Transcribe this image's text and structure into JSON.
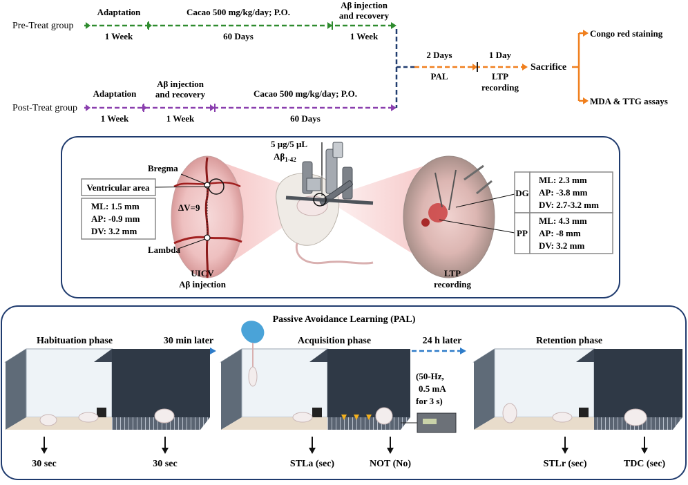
{
  "timeline": {
    "pre_group": {
      "label": "Pre-Treat  group",
      "phases": [
        {
          "top": "Adaptation",
          "bottom": "1 Week"
        },
        {
          "top": "Cacao 500 mg/kg/day; P.O.",
          "bottom": "60 Days"
        },
        {
          "top_line1": "Aβ injection",
          "top_line2": "and recovery",
          "bottom": "1 Week"
        }
      ]
    },
    "post_group": {
      "label": "Post-Treat group",
      "phases": [
        {
          "top": "Adaptation",
          "bottom": "1 Week"
        },
        {
          "top_line1": "Aβ injection",
          "top_line2": "and recovery",
          "bottom": "1 Week"
        },
        {
          "top": "Cacao 500 mg/kg/day; P.O.",
          "bottom": "60 Days"
        }
      ]
    },
    "pal_step": {
      "top": "2 Days",
      "bottom": "PAL"
    },
    "ltp_step": {
      "top": "1  Day",
      "bottom_line1": "LTP",
      "bottom_line2": "recording"
    },
    "sacrifice": "Sacrifice",
    "outcomes": [
      "Congo red staining",
      "MDA & TTG assays"
    ],
    "colors": {
      "pre": "#2e8b2e",
      "post": "#8a3fae",
      "join": "#1f3b6e",
      "after": "#f07f1d"
    }
  },
  "surgery": {
    "dose_line1": "5 μg/5 μL",
    "dose_line2": "Aβ",
    "dose_sub": "1-42",
    "bregma": "Bregma",
    "lambda": "Lambda",
    "delta_v": "ΔV=9",
    "ventricular_area": "Ventricular area",
    "uicv_coords": [
      "ML: 1.5 mm",
      "AP: -0.9 mm",
      "DV: 3.2 mm"
    ],
    "uicv_caption_line1": "UICV",
    "uicv_caption_line2": "Aβ injection",
    "ltp_caption_line1": "LTP",
    "ltp_caption_line2": "recording",
    "dg": {
      "label": "DG",
      "coords": [
        "ML: 2.3 mm",
        "AP: -3.8 mm",
        "DV: 2.7-3.2 mm"
      ]
    },
    "pp": {
      "label": "PP",
      "coords": [
        "ML: 4.3 mm",
        "AP: -8 mm",
        "DV: 3.2 mm"
      ]
    }
  },
  "pal": {
    "title": "Passive Avoidance Learning (PAL)",
    "phases": [
      "Habituation phase",
      "Acquisition phase",
      "Retention phase"
    ],
    "delays": [
      "30 min later",
      "24 h later"
    ],
    "shock_lines": [
      "(50-Hz,",
      "0.5 mA",
      "for 3 s)"
    ],
    "measures": [
      "30 sec",
      "30 sec",
      "STLa (sec)",
      "NOT (No)",
      "STLr (sec)",
      "TDC (sec)"
    ]
  }
}
